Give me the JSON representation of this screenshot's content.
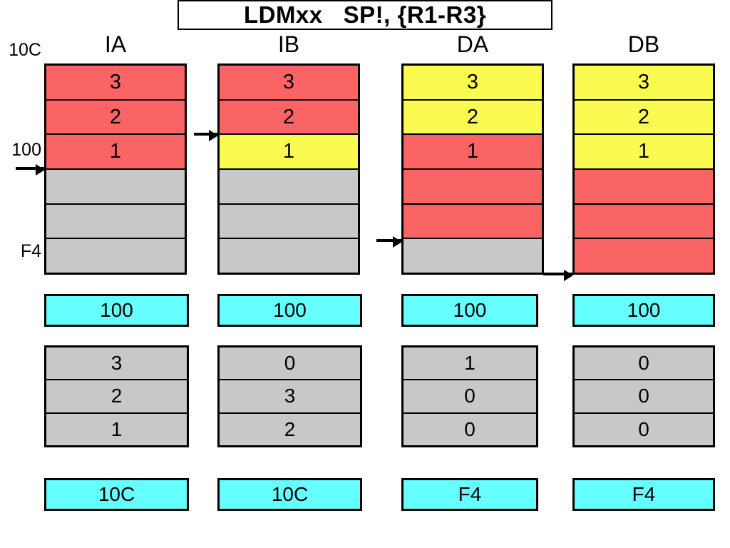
{
  "title": {
    "text": "LDMxx   SP!, {R1-R3}"
  },
  "columns": [
    {
      "id": "IA",
      "header": "IA",
      "stack": {
        "cells": [
          {
            "label": "3",
            "color": "red"
          },
          {
            "label": "2",
            "color": "red"
          },
          {
            "label": "1",
            "color": "red"
          },
          {
            "label": "",
            "color": "gray"
          },
          {
            "label": "",
            "color": "gray"
          },
          {
            "label": "",
            "color": "gray"
          }
        ]
      },
      "sp_box": {
        "value": "100",
        "color": "cyan"
      },
      "registers": {
        "values": [
          "3",
          "2",
          "1"
        ],
        "color": "gray"
      },
      "result_box": {
        "value": "10C",
        "color": "cyan"
      },
      "pointer_row": 3
    },
    {
      "id": "IB",
      "header": "IB",
      "stack": {
        "cells": [
          {
            "label": "3",
            "color": "red"
          },
          {
            "label": "2",
            "color": "red"
          },
          {
            "label": "1",
            "color": "yellow"
          },
          {
            "label": "",
            "color": "gray"
          },
          {
            "label": "",
            "color": "gray"
          },
          {
            "label": "",
            "color": "gray"
          }
        ]
      },
      "sp_box": {
        "value": "100",
        "color": "cyan"
      },
      "registers": {
        "values": [
          "0",
          "3",
          "2"
        ],
        "color": "gray"
      },
      "result_box": {
        "value": "10C",
        "color": "cyan"
      },
      "pointer_row": 2
    },
    {
      "id": "DA",
      "header": "DA",
      "stack": {
        "cells": [
          {
            "label": "3",
            "color": "yellow"
          },
          {
            "label": "2",
            "color": "yellow"
          },
          {
            "label": "1",
            "color": "red"
          },
          {
            "label": "",
            "color": "red"
          },
          {
            "label": "",
            "color": "red"
          },
          {
            "label": "",
            "color": "gray"
          }
        ]
      },
      "sp_box": {
        "value": "100",
        "color": "cyan"
      },
      "registers": {
        "values": [
          "1",
          "0",
          "0"
        ],
        "color": "gray"
      },
      "result_box": {
        "value": "F4",
        "color": "cyan"
      },
      "pointer_row": 5
    },
    {
      "id": "DB",
      "header": "DB",
      "stack": {
        "cells": [
          {
            "label": "3",
            "color": "yellow"
          },
          {
            "label": "2",
            "color": "yellow"
          },
          {
            "label": "1",
            "color": "yellow"
          },
          {
            "label": "",
            "color": "red"
          },
          {
            "label": "",
            "color": "red"
          },
          {
            "label": "",
            "color": "red"
          }
        ]
      },
      "sp_box": {
        "value": "100",
        "color": "cyan"
      },
      "registers": {
        "values": [
          "0",
          "0",
          "0"
        ],
        "color": "gray"
      },
      "result_box": {
        "value": "F4",
        "color": "cyan"
      },
      "pointer_row": 6
    }
  ],
  "address_labels": {
    "top": "10C",
    "middle": "100",
    "bottom": "F4"
  },
  "palette": {
    "red": "#fa6464",
    "yellow": "#fafa50",
    "gray": "#c8c8c8",
    "cyan": "#66ffff",
    "border": "#000000",
    "background": "#ffffff"
  }
}
